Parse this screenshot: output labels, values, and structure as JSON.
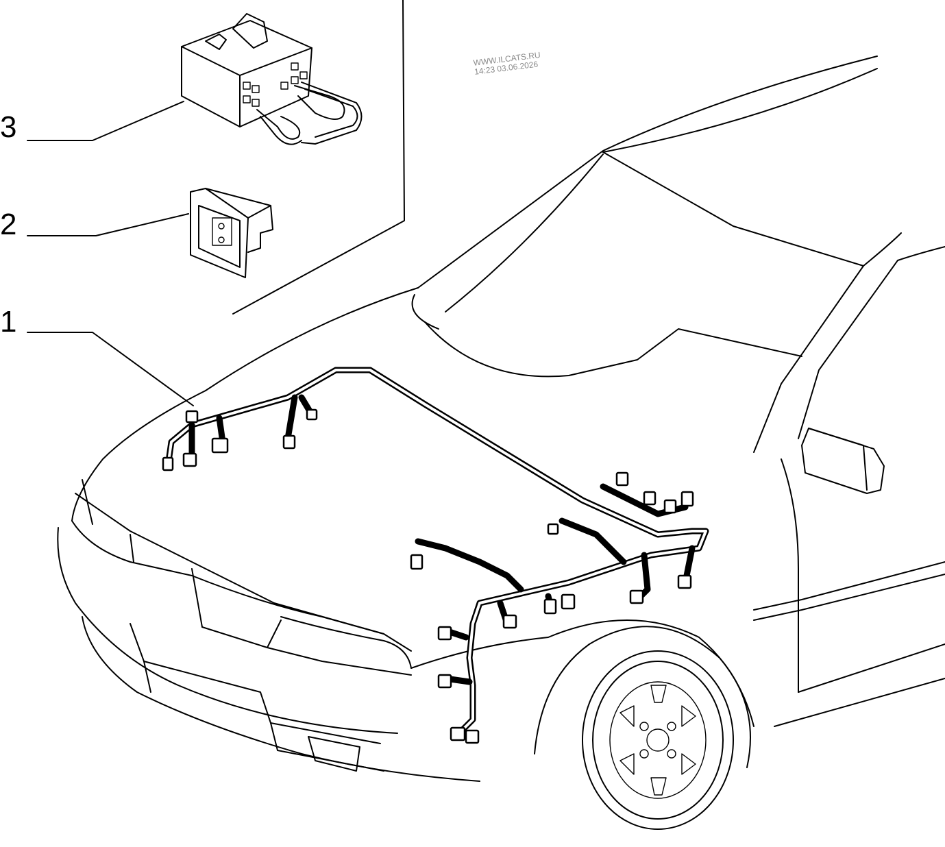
{
  "watermark": {
    "site": "WWW.ILCATS.RU",
    "timestamp": "14:23 03.06.2026"
  },
  "callouts": [
    {
      "number": "3",
      "part": "connector-block"
    },
    {
      "number": "2",
      "part": "connector-bracket"
    },
    {
      "number": "1",
      "part": "front-wiring-harness"
    }
  ],
  "colors": {
    "line": "#000000",
    "background": "#ffffff",
    "watermark": "#8a8a8a"
  }
}
